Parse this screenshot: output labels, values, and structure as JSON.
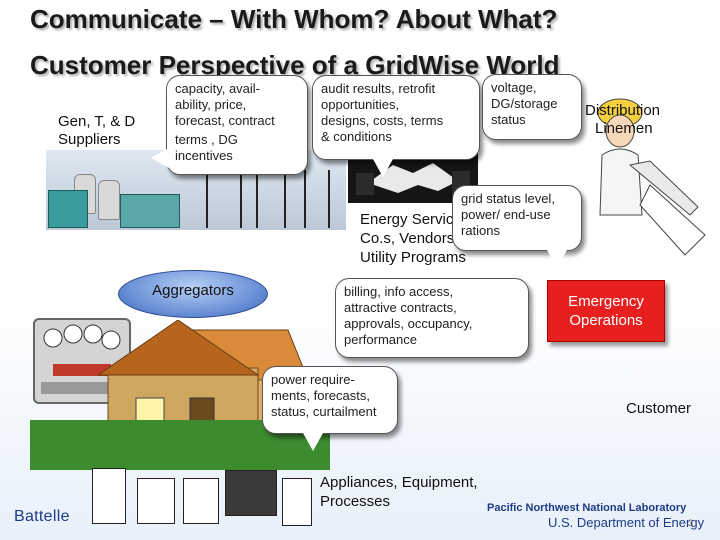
{
  "title_line1": "Communicate – With Whom? About What?",
  "title_line2": "Customer Perspective of a GridWise World",
  "actors": {
    "suppliers": "Gen, T, & D\nSuppliers",
    "suppliers_l1": "Gen, T, & D",
    "suppliers_l2": "Suppliers",
    "linemen_l1": "Distribution",
    "linemen_l2": "Linemen",
    "energy_l1": "Energy Services",
    "energy_l2": "Co.s, Vendors,",
    "energy_l3": "Utility Programs",
    "aggregators": "Aggregators",
    "emergency_l1": "Emergency",
    "emergency_l2": "Operations",
    "customer": "Customer",
    "appliances_l1": "Appliances, Equipment,",
    "appliances_l2": "Processes"
  },
  "bubbles": {
    "suppliers": [
      "capacity, avail-",
      "ability, price,",
      "forecast, contract",
      "terms , DG",
      "incentives"
    ],
    "energy": [
      "audit results, retrofit",
      "opportunities,",
      "designs, costs, terms",
      "& conditions"
    ],
    "linemen": [
      "voltage,",
      "DG/storage",
      "status"
    ],
    "emergency": [
      "grid status level,",
      "power/ end-use",
      "rations"
    ],
    "aggregators": [
      "billing, info access,",
      "attractive contracts,",
      "approvals, occupancy,",
      "performance"
    ],
    "appliances": [
      "power require-",
      "ments, forecasts,",
      "status, curtailment"
    ]
  },
  "footer": {
    "org": "Battelle",
    "lab": "Pacific Northwest National Laboratory",
    "doe": "U.S. Department of Energy",
    "page": "3"
  },
  "colors": {
    "emergency": "#e81f1f",
    "aggregators": "#6c92d8",
    "brand_blue": "#1d3b86"
  }
}
